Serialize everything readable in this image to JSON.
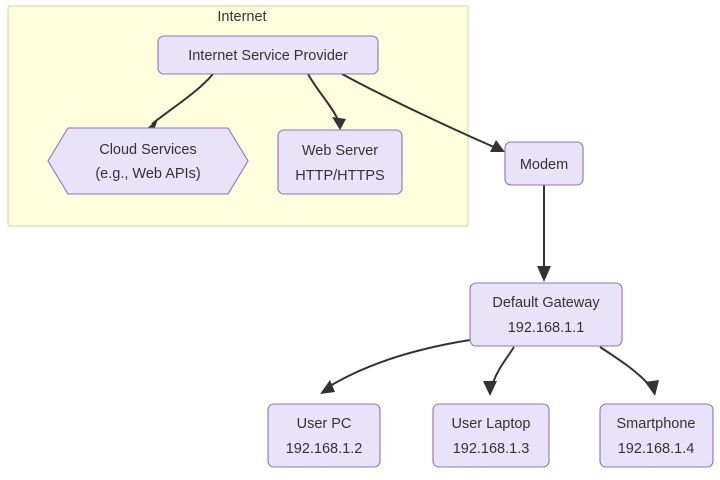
{
  "diagram": {
    "title_cluster": "Internet",
    "colors": {
      "cluster_fill": "#ffffde",
      "cluster_stroke": "#ddddaa",
      "node_fill": "#e8e3f8",
      "node_stroke": "#9370c0",
      "text": "#333333",
      "edge": "#333333",
      "background": "#ffffff"
    },
    "nodes": {
      "isp": {
        "label": "Internet Service Provider"
      },
      "cloud": {
        "line1": "Cloud Services",
        "line2": "(e.g., Web APIs)"
      },
      "webserver": {
        "line1": "Web Server",
        "line2": "HTTP/HTTPS"
      },
      "modem": {
        "label": "Modem"
      },
      "gateway": {
        "line1": "Default Gateway",
        "line2": "192.168.1.1"
      },
      "userpc": {
        "line1": "User PC",
        "line2": "192.168.1.2"
      },
      "laptop": {
        "line1": "User Laptop",
        "line2": "192.168.1.3"
      },
      "smartphone": {
        "line1": "Smartphone",
        "line2": "192.168.1.4"
      }
    },
    "edges": [
      {
        "from": "isp",
        "to": "cloud"
      },
      {
        "from": "isp",
        "to": "webserver"
      },
      {
        "from": "isp",
        "to": "modem"
      },
      {
        "from": "modem",
        "to": "gateway"
      },
      {
        "from": "gateway",
        "to": "userpc"
      },
      {
        "from": "gateway",
        "to": "laptop"
      },
      {
        "from": "gateway",
        "to": "smartphone"
      }
    ]
  }
}
